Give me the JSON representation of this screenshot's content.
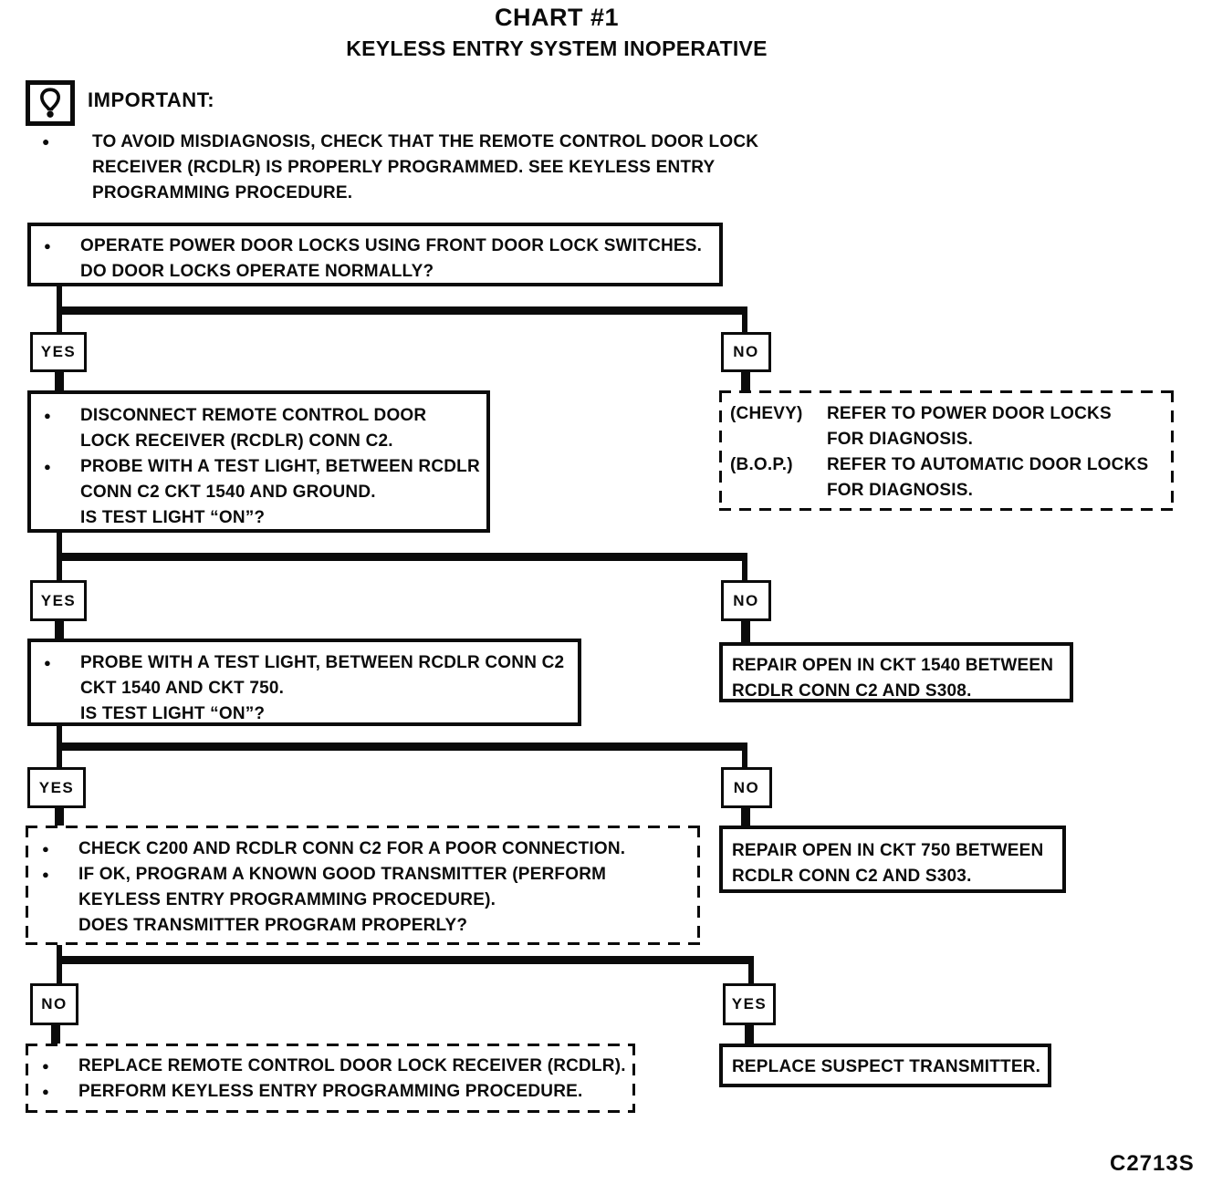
{
  "page": {
    "title": "CHART #1",
    "subtitle": "KEYLESS ENTRY SYSTEM INOPERATIVE",
    "figure_code": "C2713S"
  },
  "important": {
    "label": "IMPORTANT:",
    "bullet": "●",
    "icon": "important-exclamation-icon",
    "lines": [
      "TO AVOID MISDIAGNOSIS, CHECK THAT THE REMOTE CONTROL DOOR LOCK",
      "RECEIVER (RCDLR) IS PROPERLY PROGRAMMED.  SEE KEYLESS ENTRY",
      "PROGRAMMING PROCEDURE."
    ]
  },
  "labels": {
    "yes": "YES",
    "no": "NO"
  },
  "nodes": {
    "q1": {
      "lines": [
        {
          "bullet": "●",
          "text": "OPERATE POWER DOOR LOCKS USING FRONT DOOR LOCK SWITCHES."
        },
        {
          "bullet": "",
          "text": "DO DOOR LOCKS OPERATE NORMALLY?"
        }
      ]
    },
    "disconnect": {
      "lines": [
        {
          "bullet": "●",
          "text": "DISCONNECT REMOTE CONTROL DOOR"
        },
        {
          "bullet": "",
          "text": "LOCK RECEIVER (RCDLR) CONN C2."
        },
        {
          "bullet": "●",
          "text": "PROBE WITH A TEST LIGHT, BETWEEN RCDLR"
        },
        {
          "bullet": "",
          "text": "CONN C2 CKT 1540 AND GROUND."
        },
        {
          "bullet": "",
          "text": "IS TEST LIGHT “ON”?"
        }
      ]
    },
    "refer": {
      "rows": [
        {
          "label": "(CHEVY)",
          "text": "REFER TO POWER DOOR LOCKS"
        },
        {
          "label": "",
          "text": "FOR DIAGNOSIS."
        },
        {
          "label": "(B.O.P.)",
          "text": "REFER TO AUTOMATIC DOOR LOCKS"
        },
        {
          "label": "",
          "text": "FOR DIAGNOSIS."
        }
      ]
    },
    "probe750": {
      "lines": [
        {
          "bullet": "●",
          "text": "PROBE WITH A TEST LIGHT, BETWEEN RCDLR CONN C2"
        },
        {
          "bullet": "",
          "text": "CKT 1540 AND CKT 750."
        },
        {
          "bullet": "",
          "text": "IS TEST LIGHT “ON”?"
        }
      ]
    },
    "repair1540": {
      "lines": [
        {
          "text": "REPAIR OPEN IN CKT 1540 BETWEEN"
        },
        {
          "text": "RCDLR CONN C2 AND S308."
        }
      ]
    },
    "checkC200": {
      "lines": [
        {
          "bullet": "●",
          "text": "CHECK C200 AND RCDLR CONN C2 FOR A POOR CONNECTION."
        },
        {
          "bullet": "●",
          "text": "IF OK, PROGRAM A KNOWN GOOD TRANSMITTER (PERFORM"
        },
        {
          "bullet": "",
          "text": "KEYLESS ENTRY PROGRAMMING PROCEDURE)."
        },
        {
          "bullet": "",
          "text": "DOES TRANSMITTER PROGRAM PROPERLY?"
        }
      ]
    },
    "repair750": {
      "lines": [
        {
          "text": "REPAIR OPEN IN CKT 750 BETWEEN"
        },
        {
          "text": "RCDLR CONN C2 AND S303."
        }
      ]
    },
    "replaceRcdlr": {
      "lines": [
        {
          "bullet": "●",
          "text": "REPLACE REMOTE CONTROL DOOR LOCK RECEIVER (RCDLR)."
        },
        {
          "bullet": "●",
          "text": "PERFORM KEYLESS ENTRY PROGRAMMING PROCEDURE."
        }
      ]
    },
    "replaceTx": {
      "lines": [
        {
          "text": "REPLACE SUSPECT TRANSMITTER."
        }
      ]
    }
  }
}
